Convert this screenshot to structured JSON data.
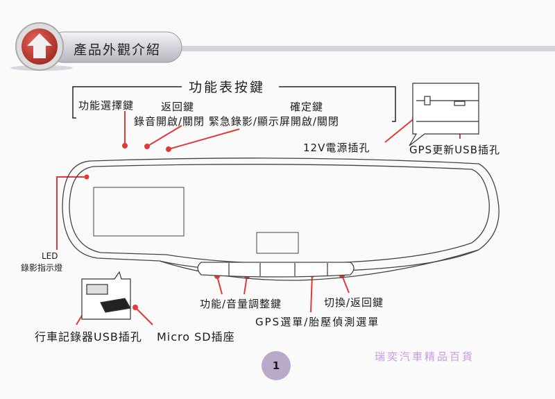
{
  "header": {
    "title": "產品外觀介紹",
    "icon": "home-arrow-icon"
  },
  "menu_keys": {
    "title": "功能表按鍵",
    "select_key": "功能選擇鍵",
    "back_key": "返回鍵",
    "confirm_key": "確定鍵",
    "functions": "錄音開啟/關閉 緊急錄影/顯示屏開啟/關閉"
  },
  "ports": {
    "power": "12V電源插孔",
    "gps_usb": "GPS更新USB插孔"
  },
  "led": {
    "label": "LED",
    "desc": "錄影指示燈"
  },
  "bottom": {
    "usb": "行車記錄器USB插孔",
    "sd": "Micro SD插座",
    "volume": "功能/音量調整鍵",
    "switch": "切換/返回鍵",
    "gps_menu": "GPS選單/胎壓偵測選單"
  },
  "watermark": "瑞奕汽車精品百貨",
  "page_number": "1",
  "colors": {
    "accent_red": "#e03a36",
    "header_red": "#c5362e",
    "page_circle": "#b9aac9",
    "watermark": "#c79ae0"
  }
}
